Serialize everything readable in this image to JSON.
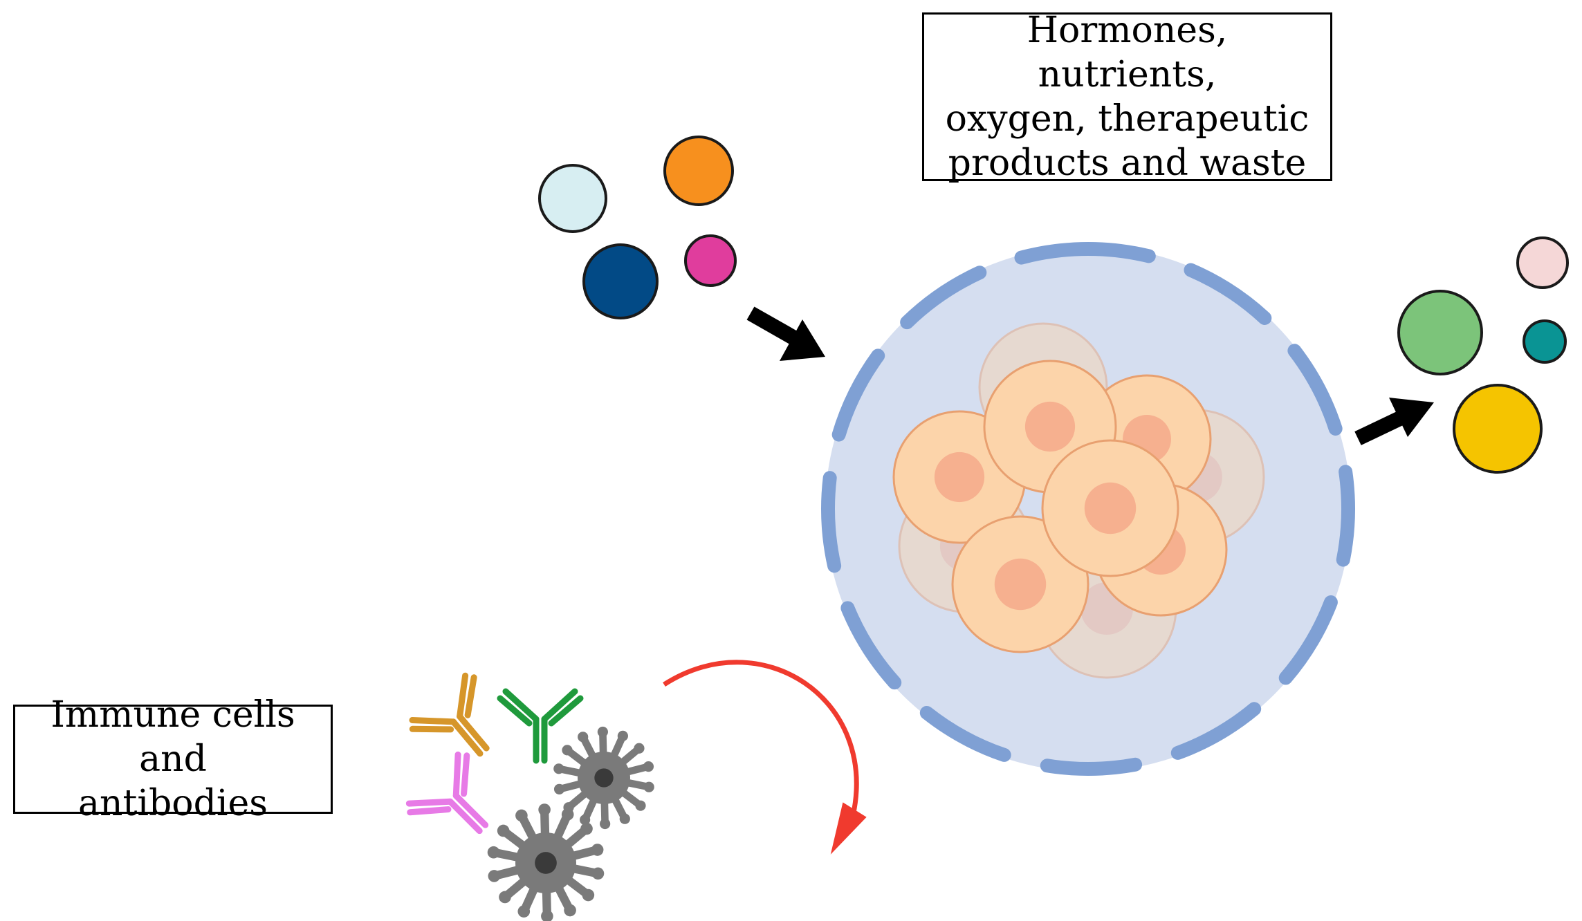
{
  "labels": {
    "inputs_box": {
      "lines": [
        "Hormones, nutrients,",
        "oxygen, therapeutic",
        "products and waste"
      ]
    },
    "immune_box": {
      "lines": [
        "Immune cells and",
        "antibodies"
      ]
    }
  },
  "colors": {
    "capsule_fill": "#d5def0",
    "capsule_border": "#7fa0d4",
    "cell_fill": "#fcd4aa",
    "cell_border": "#e8a070",
    "nucleus": "#f6b08f",
    "arrow": "#000000",
    "rejection_arrow": "#f03a2e",
    "immune_cell": "#7a7a7a",
    "antibody_orange": "#d6962a",
    "antibody_green": "#1f9a3c",
    "antibody_pink": "#e77ae6"
  },
  "molecules_in": [
    {
      "name": "light-blue-molecule",
      "color": "#d7eef2"
    },
    {
      "name": "orange-molecule",
      "color": "#f7901e"
    },
    {
      "name": "dark-blue-molecule",
      "color": "#024a86"
    },
    {
      "name": "magenta-molecule",
      "color": "#e03d9d"
    }
  ],
  "molecules_out": [
    {
      "name": "pale-pink-molecule",
      "color": "#f5d7d7"
    },
    {
      "name": "green-molecule",
      "color": "#7cc47a"
    },
    {
      "name": "teal-molecule",
      "color": "#0a9494"
    },
    {
      "name": "yellow-molecule",
      "color": "#f5c400"
    }
  ]
}
